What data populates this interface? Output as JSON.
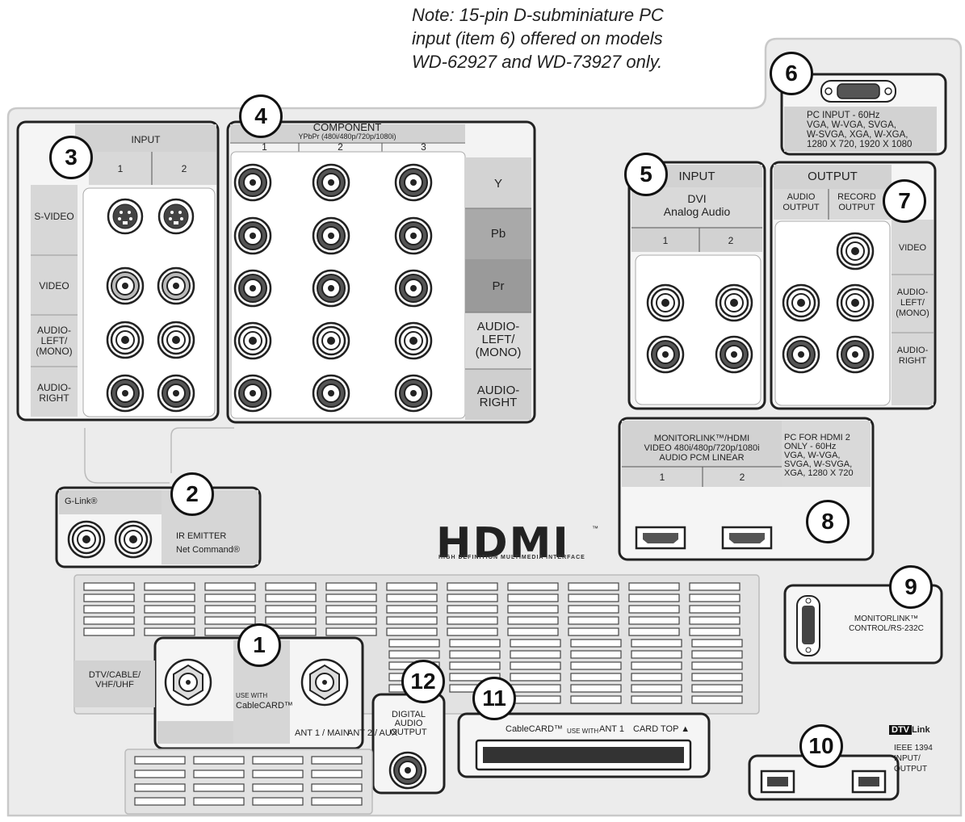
{
  "note": "Note:  15-pin D-subminiature PC\ninput (item 6) offered on models\nWD-62927 and WD-73927 only.",
  "callouts": [
    "1",
    "2",
    "3",
    "4",
    "5",
    "6",
    "7",
    "8",
    "9",
    "10",
    "11",
    "12"
  ],
  "section3": {
    "header": "INPUT",
    "col1": "1",
    "col2": "2",
    "rows": [
      "S-VIDEO",
      "VIDEO",
      "AUDIO-\nLEFT/\n(MONO)",
      "AUDIO-\nRIGHT"
    ]
  },
  "section4": {
    "header": "COMPONENT",
    "subheader": "YPbPr (480i/480p/720p/1080i)",
    "cols": [
      "1",
      "2",
      "3"
    ],
    "rows": [
      "Y",
      "Pb",
      "Pr",
      "AUDIO-\nLEFT/\n(MONO)",
      "AUDIO-\nRIGHT"
    ]
  },
  "section5": {
    "header": "INPUT",
    "subheader": "DVI\nAnalog Audio",
    "cols": [
      "1",
      "2"
    ]
  },
  "section6": {
    "label": "PC INPUT - 60Hz\nVGA, W-VGA, SVGA,\nW-SVGA, XGA, W-XGA,\n1280 X 720, 1920 X 1080"
  },
  "section7": {
    "header": "OUTPUT",
    "col1": "AUDIO\nOUTPUT",
    "col2": "RECORD\nOUTPUT",
    "rows": [
      "VIDEO",
      "AUDIO-\nLEFT/\n(MONO)",
      "AUDIO-\nRIGHT"
    ]
  },
  "section8": {
    "header": "MONITORLINK™/HDMI\nVIDEO 480i/480p/720p/1080i\nAUDIO PCM LINEAR",
    "side": "PC FOR HDMI 2\nONLY - 60Hz\nVGA, W-VGA,\nSVGA, W-SVGA,\nXGA, 1280 X 720",
    "cols": [
      "1",
      "2"
    ]
  },
  "section2": {
    "glink": "G-Link®",
    "ir": "IR EMITTER\nNet Command®"
  },
  "section1": {
    "left": "DTV/CABLE/\nVHF/UHF",
    "usewith": "USE WITH",
    "cablecard": "CableCARD™",
    "ant": "ANT 1 / MAIN",
    "ant2": "ANT 2 / AUX"
  },
  "section12": {
    "label": "DIGITAL\nAUDIO\nOUTPUT"
  },
  "section11": {
    "label": "CableCARD™",
    "usewith": "USE WITH",
    "ant": "ANT 1",
    "cardtop": "CARD TOP ▲"
  },
  "section9": {
    "label": "MONITORLINK™\nCONTROL/RS-232C"
  },
  "section10": {
    "logo_a": "DTV",
    "logo_b": "Link",
    "label": "IEEE 1394\nINPUT/\nOUTPUT"
  },
  "hdmi": {
    "logo": "HDMI",
    "tm": "™",
    "sub": "HIGH DEFINITION MULTIMEDIA INTERFACE"
  },
  "colors": {
    "panel": "#ececec",
    "panel_edge": "#c8c8c8",
    "header_fill": "#cfcfcf",
    "dark_fill": "#a5a5a5",
    "outline": "#222222"
  }
}
